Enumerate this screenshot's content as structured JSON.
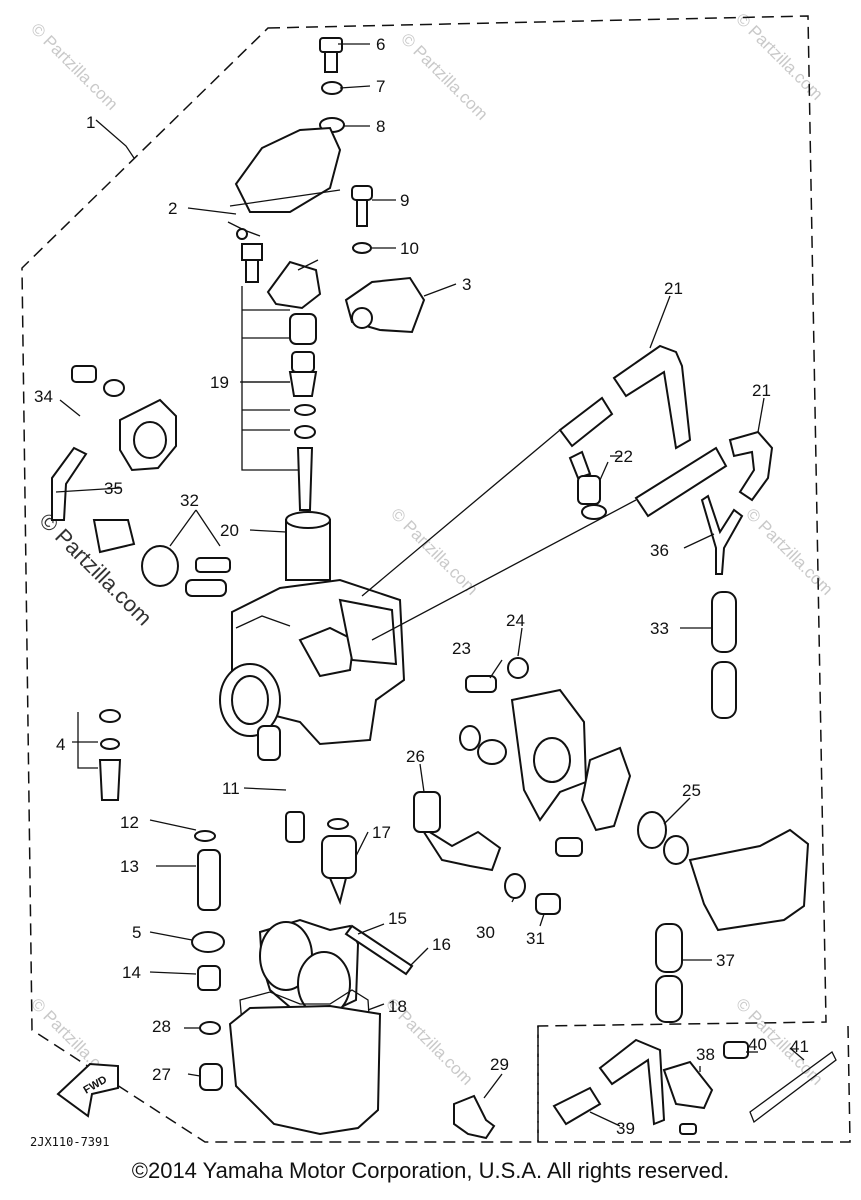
{
  "diagram": {
    "callouts": [
      {
        "label": "1"
      },
      {
        "label": "2"
      },
      {
        "label": "3"
      },
      {
        "label": "4"
      },
      {
        "label": "5"
      },
      {
        "label": "6"
      },
      {
        "label": "7"
      },
      {
        "label": "8"
      },
      {
        "label": "9"
      },
      {
        "label": "10"
      },
      {
        "label": "11"
      },
      {
        "label": "12"
      },
      {
        "label": "13"
      },
      {
        "label": "14"
      },
      {
        "label": "15"
      },
      {
        "label": "16"
      },
      {
        "label": "17"
      },
      {
        "label": "18"
      },
      {
        "label": "19"
      },
      {
        "label": "20"
      },
      {
        "label": "21"
      },
      {
        "label": "21"
      },
      {
        "label": "22"
      },
      {
        "label": "23"
      },
      {
        "label": "24"
      },
      {
        "label": "25"
      },
      {
        "label": "26"
      },
      {
        "label": "27"
      },
      {
        "label": "28"
      },
      {
        "label": "29"
      },
      {
        "label": "30"
      },
      {
        "label": "31"
      },
      {
        "label": "32"
      },
      {
        "label": "33"
      },
      {
        "label": "34"
      },
      {
        "label": "35"
      },
      {
        "label": "36"
      },
      {
        "label": "37"
      },
      {
        "label": "38"
      },
      {
        "label": "39"
      },
      {
        "label": "40"
      },
      {
        "label": "41"
      }
    ],
    "drawing_code": "2JX110-7391",
    "fwd_label": "FWD",
    "watermark": "© Partzilla.com",
    "copyright": "©2014 Yamaha Motor Corporation, U.S.A. All rights reserved."
  }
}
